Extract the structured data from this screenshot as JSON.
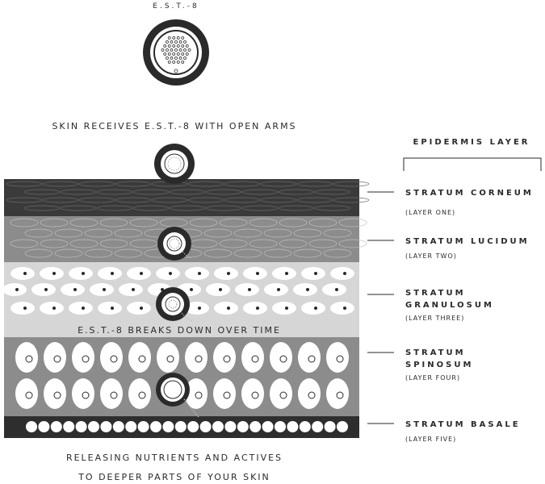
{
  "product_name": "E.S.T.-8",
  "caption_top": "SKIN RECEIVES E.S.T.-8 WITH OPEN ARMS",
  "caption_middle": "E.S.T.-8 BREAKS DOWN OVER TIME",
  "caption_bottom_line1": "RELEASING NUTRIENTS AND ACTIVES",
  "caption_bottom_line2": "TO DEEPER PARTS OF YOUR SKIN",
  "legend_title": "EPIDERMIS LAYER",
  "layers": [
    {
      "name_line1": "STRATUM CORNEUM",
      "name_line2": "",
      "sub": "(LAYER ONE)",
      "color": "#3a3a3a"
    },
    {
      "name_line1": "STRATUM LUCIDUM",
      "name_line2": "",
      "sub": "(LAYER TWO)",
      "color": "#8c8c8c"
    },
    {
      "name_line1": "STRATUM",
      "name_line2": "GRANULOSUM",
      "sub": "(LAYER THREE)",
      "color": "#d6d6d6"
    },
    {
      "name_line1": "STRATUM",
      "name_line2": "SPINOSUM",
      "sub": "(LAYER FOUR)",
      "color": "#8c8c8c"
    },
    {
      "name_line1": "STRATUM BASALE",
      "name_line2": "",
      "sub": "(LAYER FIVE)",
      "color": "#3a3a3a"
    }
  ],
  "colors": {
    "ink": "#2a2a2a",
    "capsule_ring": "#2a2a2a",
    "cell_fill": "#ffffff"
  },
  "icons": {
    "capsule": "est8-capsule-icon"
  }
}
